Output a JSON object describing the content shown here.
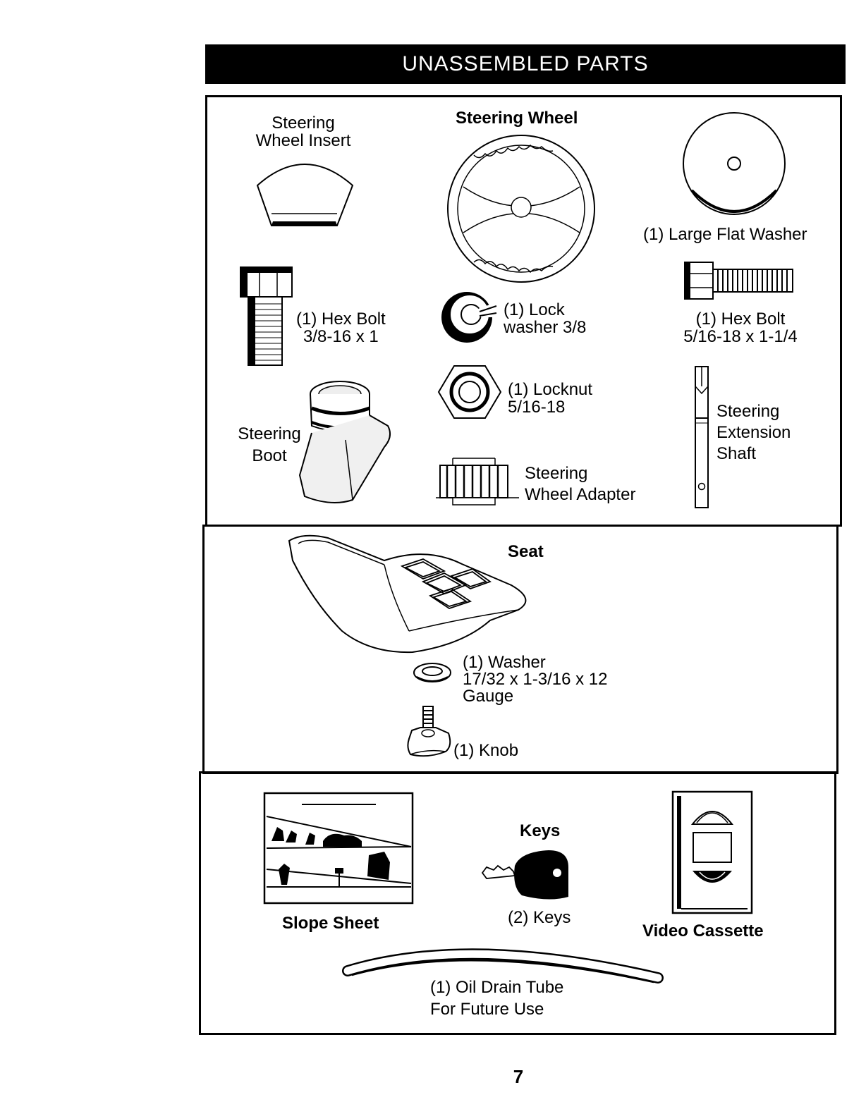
{
  "header": {
    "title": "UNASSEMBLED PARTS"
  },
  "section1": {
    "steering_wheel_insert": {
      "line1": "Steering",
      "line2": "Wheel Insert"
    },
    "steering_wheel": "Steering Wheel",
    "large_flat_washer": "(1) Large Flat Washer",
    "hex_bolt_a": {
      "line1": "(1) Hex Bolt",
      "line2": "3/8-16 x 1"
    },
    "lock_washer": {
      "line1": "(1) Lock",
      "line2": "washer  3/8"
    },
    "hex_bolt_b": {
      "line1": "(1) Hex Bolt",
      "line2": "5/16-18 x 1-1/4"
    },
    "locknut": {
      "line1": "(1) Locknut",
      "line2": "5/16-18"
    },
    "steering_boot": {
      "line1": "Steering",
      "line2": "Boot"
    },
    "extension_shaft": {
      "line1": "Steering",
      "line2": "Extension",
      "line3": "Shaft"
    },
    "wheel_adapter": {
      "line1": "Steering",
      "line2": "Wheel Adapter"
    }
  },
  "section2": {
    "seat": "Seat",
    "washer": {
      "line1": "(1) Washer",
      "line2": "17/32 x 1-3/16 x 12",
      "line3": "Gauge"
    },
    "knob": "(1) Knob"
  },
  "section3": {
    "slope_sheet": "Slope Sheet",
    "keys_title": "Keys",
    "keys_count": "(2) Keys",
    "video_cassette": "Video Cassette",
    "oil_tube": {
      "line1": "(1) Oil Drain Tube",
      "line2": "For Future Use"
    }
  },
  "footer": {
    "page_number": "7"
  }
}
